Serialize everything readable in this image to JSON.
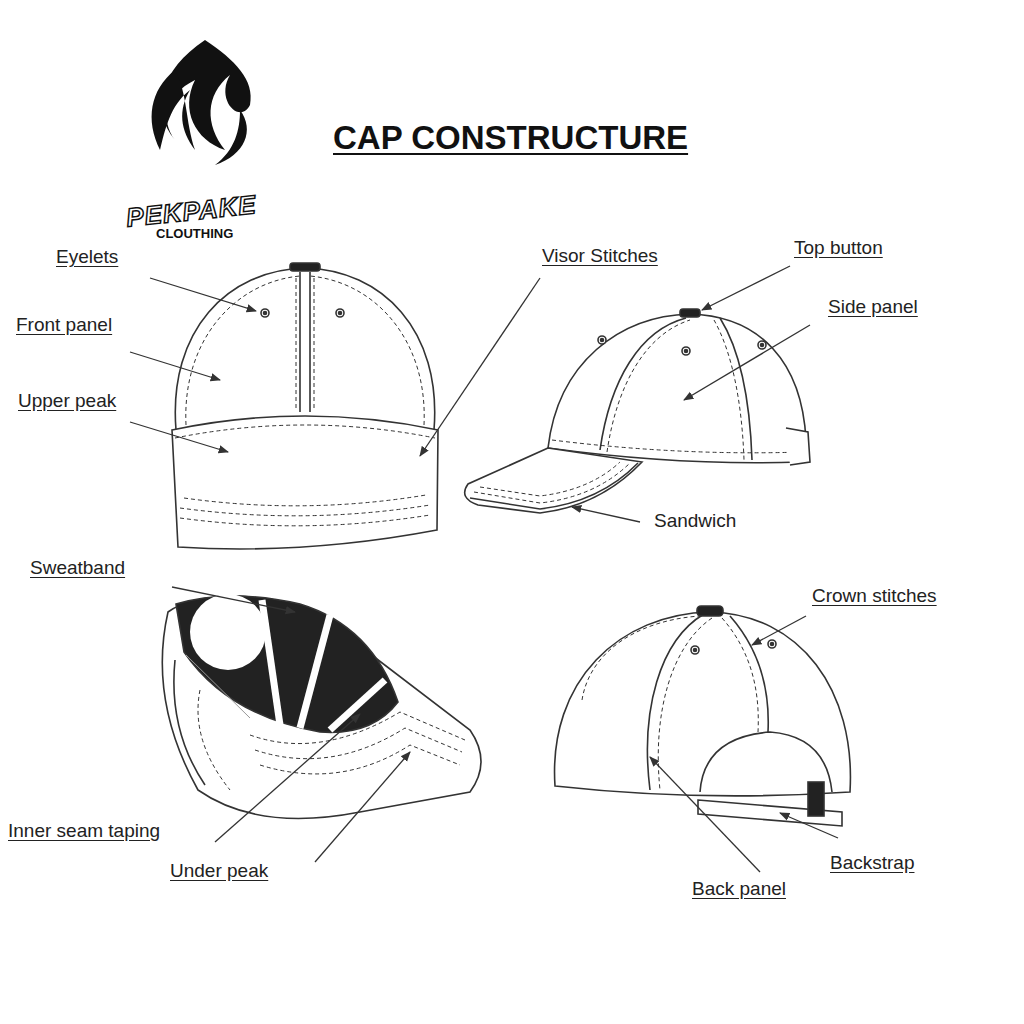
{
  "diagram": {
    "title": "CAP CONSTRUCTURE",
    "labels": [
      "PEKPAKE",
      "CLOUTHING",
      "Eyelets",
      "Front panel",
      "Upper peak",
      "Visor Stitches",
      "Top button",
      "Side panel",
      "Sandwich",
      "Sweatband",
      "Crown stitches",
      "Inner seam taping",
      "Under peak",
      "Back panel",
      "Backstrap"
    ]
  }
}
